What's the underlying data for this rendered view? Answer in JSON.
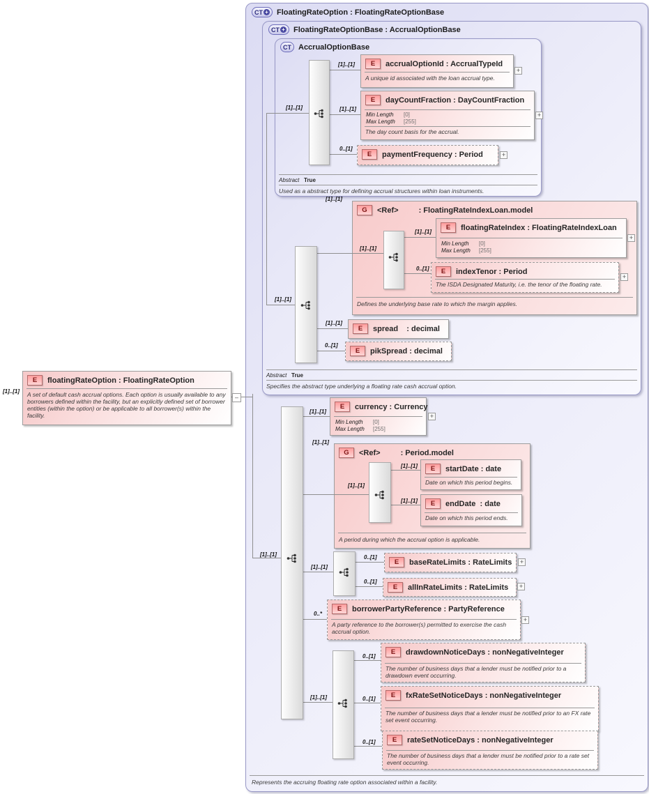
{
  "icons": {
    "expand": "+",
    "collapse": "–",
    "plus_badge": "+"
  },
  "root": {
    "icon": "CT",
    "title": "FloatingRateOption : FloatingRateOptionBase",
    "doc": "Represents the accruing floating rate option associated within a facility."
  },
  "base1": {
    "icon": "CT",
    "title": "FloatingRateOptionBase : AccrualOptionBase",
    "abstract_label": "Abstract",
    "abstract_value": "True",
    "doc": "Specifies the abstract type underlying a floating rate cash accrual option."
  },
  "base2": {
    "icon": "CT",
    "title": "AccrualOptionBase",
    "abstract_label": "Abstract",
    "abstract_value": "True",
    "doc": "Used as a abstract type for defining accrual structures within loan instruments."
  },
  "groups": {
    "floatingRateIndexLoanModel": {
      "icon": "G",
      "name": "<Ref>",
      "type": ": FloatingRateIndexLoan.model",
      "card": "[1]..[1]",
      "doc": "Defines the underlying base rate to which the margin applies."
    },
    "periodModel": {
      "icon": "G",
      "name": "<Ref>",
      "type": ": Period.model",
      "card": "[1]..[1]",
      "doc": "A period during which the accrual option is applicable."
    }
  },
  "seq_cards": {
    "bar1": "[1]..[1]",
    "bar2": "[1]..[1]",
    "bar3": "[1]..[1]",
    "bar4": "[1]..[1]",
    "bar5": "[1]..[1]",
    "bar6": "[1]..[1]",
    "bar7": "[1]..[1]"
  },
  "elements": {
    "floatingRateOption": {
      "icon": "E",
      "card": "[1]..[1]",
      "title": "floatingRateOption : FloatingRateOption",
      "doc": "A set of default cash accrual options. Each option is usually available to any borrowers defined within the facility, but an explicitly defined set of borrower entities (within the option) or be applicable to all borrower(s) within the facility."
    },
    "accrualOptionId": {
      "icon": "E",
      "card": "[1]..[1]",
      "title": "accrualOptionId : AccrualTypeId",
      "doc": "A unique id associated with the loan accrual type."
    },
    "dayCountFraction": {
      "icon": "E",
      "card": "[1]..[1]",
      "title": "dayCountFraction : DayCountFraction",
      "min_label": "Min Length",
      "min_value": "[0]",
      "max_label": "Max Length",
      "max_value": "[255]",
      "doc": "The day count basis for the accrual."
    },
    "paymentFrequency": {
      "icon": "E",
      "card": "0..[1]",
      "title": "paymentFrequency : Period"
    },
    "floatingRateIndex": {
      "icon": "E",
      "card": "[1]..[1]",
      "title": "floatingRateIndex : FloatingRateIndexLoan",
      "min_label": "Min Length",
      "min_value": "[0]",
      "max_label": "Max Length",
      "max_value": "[255]"
    },
    "indexTenor": {
      "icon": "E",
      "card": "0..[1]",
      "title": "indexTenor : Period",
      "doc": "The ISDA Designated Maturity, i.e. the tenor of the floating rate."
    },
    "spread": {
      "icon": "E",
      "card": "[1]..[1]",
      "title": "spread    : decimal"
    },
    "pikSpread": {
      "icon": "E",
      "card": "0..[1]",
      "title": "pikSpread : decimal"
    },
    "currency": {
      "icon": "E",
      "card": "[1]..[1]",
      "title": "currency : Currency",
      "min_label": "Min Length",
      "min_value": "[0]",
      "max_label": "Max Length",
      "max_value": "[255]"
    },
    "startDate": {
      "icon": "E",
      "card": "[1]..[1]",
      "title": "startDate : date",
      "doc": "Date on which this period begins."
    },
    "endDate": {
      "icon": "E",
      "card": "[1]..[1]",
      "title": "endDate  : date",
      "doc": "Date on which this period ends."
    },
    "baseRateLimits": {
      "icon": "E",
      "card": "0..[1]",
      "title": "baseRateLimits : RateLimits"
    },
    "allInRateLimits": {
      "icon": "E",
      "card": "0..[1]",
      "title": "allInRateLimits : RateLimits"
    },
    "borrowerPartyReference": {
      "icon": "E",
      "card": "0..*",
      "title": "borrowerPartyReference : PartyReference",
      "doc": "A party reference to the borrower(s) permitted to exercise the cash accrual option."
    },
    "drawdownNoticeDays": {
      "icon": "E",
      "card": "0..[1]",
      "title": "drawdownNoticeDays : nonNegativeInteger",
      "doc": "The number of business days that a lender must be notified prior to a drawdown event occurring."
    },
    "fxRateSetNoticeDays": {
      "icon": "E",
      "card": "0..[1]",
      "title": "fxRateSetNoticeDays : nonNegativeInteger",
      "doc": "The number of business days that a lender must be notified prior to an FX rate set event occurring."
    },
    "rateSetNoticeDays": {
      "icon": "E",
      "card": "0..[1]",
      "title": "rateSetNoticeDays : nonNegativeInteger",
      "doc": "The number of business days that a lender must be notified prior to a rate set event occurring."
    }
  }
}
